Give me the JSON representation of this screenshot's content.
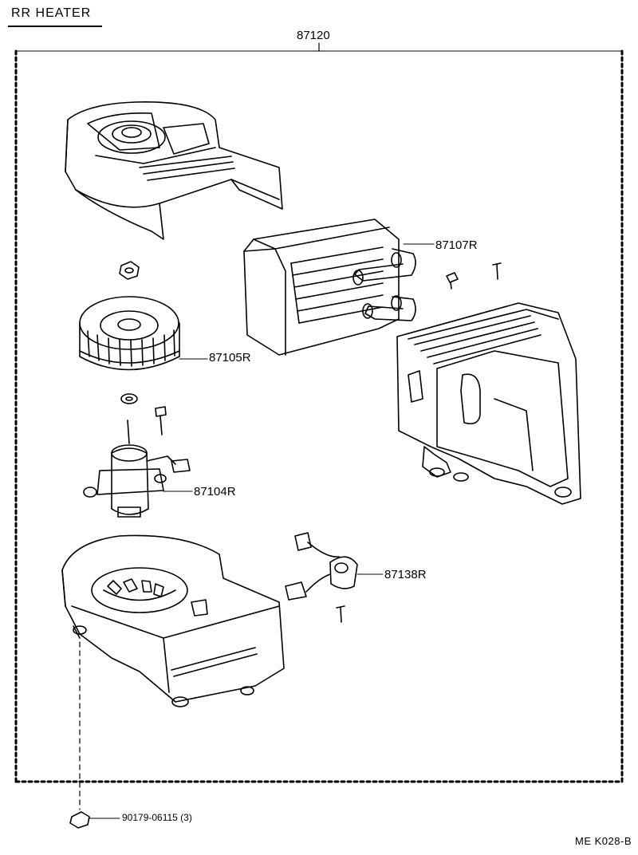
{
  "diagram": {
    "title": "RR  HEATER",
    "assembly_part_no": "87120",
    "parts": [
      {
        "part_no": "87107R"
      },
      {
        "part_no": "87105R"
      },
      {
        "part_no": "87104R"
      },
      {
        "part_no": "87138R"
      },
      {
        "part_no": "90179-06115 (3)"
      }
    ],
    "footer_code": "ME  K028-B"
  }
}
